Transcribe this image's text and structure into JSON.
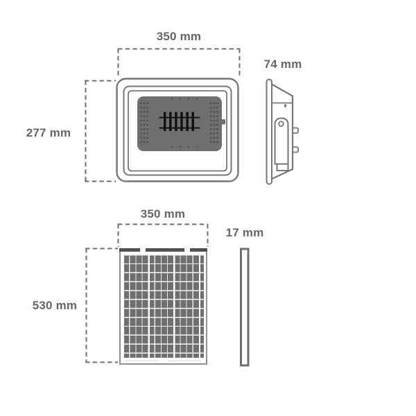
{
  "labels": {
    "floodlight_width": "350 mm",
    "floodlight_height": "277 mm",
    "floodlight_depth": "74 mm",
    "panel_width": "350 mm",
    "panel_height": "530 mm",
    "panel_depth": "17 mm"
  },
  "views": {
    "floodlight_front": "floodlight-front-view",
    "floodlight_side": "floodlight-side-view",
    "panel_front": "solar-panel-front-view",
    "panel_side": "solar-panel-side-view"
  },
  "colors": {
    "background": "#ffffff",
    "outline": "#767676",
    "dimension_text": "#666666",
    "dashed_line": "#6f6f6f",
    "panel_cell": "#6f6f6f",
    "panel_frame_dark": "#525252",
    "led_grid": "#111111"
  }
}
